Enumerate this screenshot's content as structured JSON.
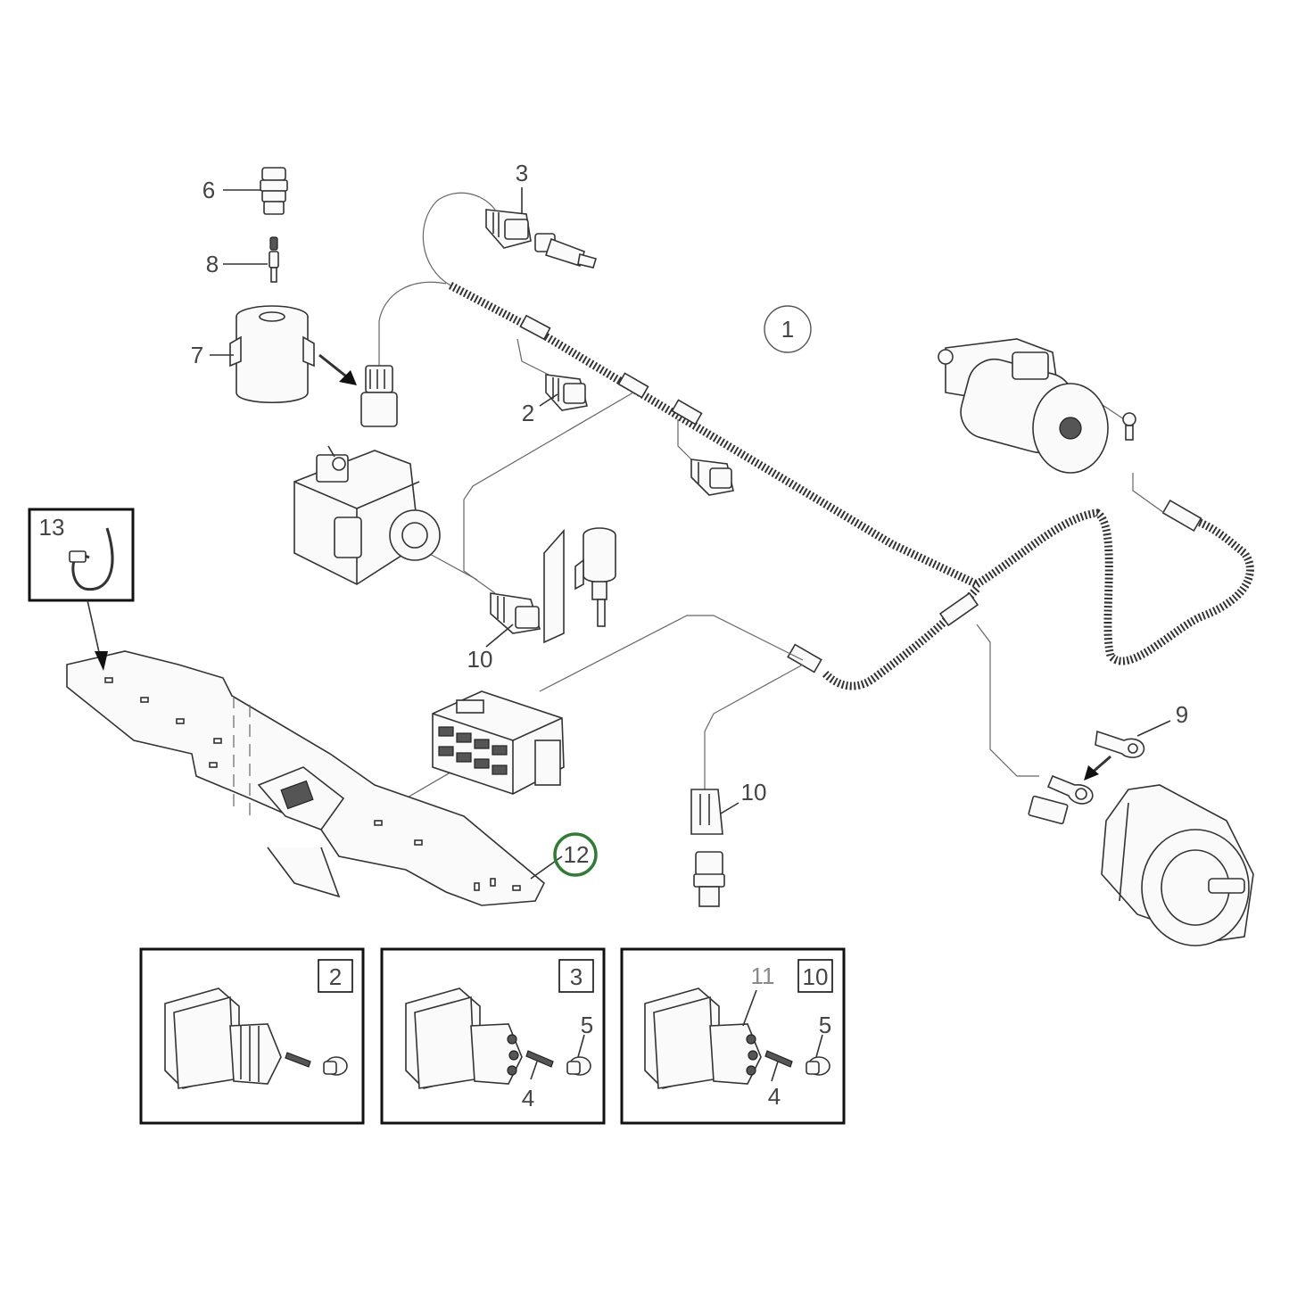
{
  "callouts": {
    "c1": "1",
    "c2": "2",
    "c3": "3",
    "c6": "6",
    "c7": "7",
    "c8": "8",
    "c9": "9",
    "c10a": "10",
    "c10b": "10",
    "c12": "12",
    "c13": "13"
  },
  "insets": {
    "inset2": {
      "badge": "2"
    },
    "inset3": {
      "badge": "3",
      "label4": "4",
      "label5": "5"
    },
    "inset10": {
      "badge": "10",
      "label11": "11",
      "label4": "4",
      "label5": "5"
    }
  },
  "colors": {
    "highlight_circle": "#2e7d32",
    "line": "#333333"
  }
}
